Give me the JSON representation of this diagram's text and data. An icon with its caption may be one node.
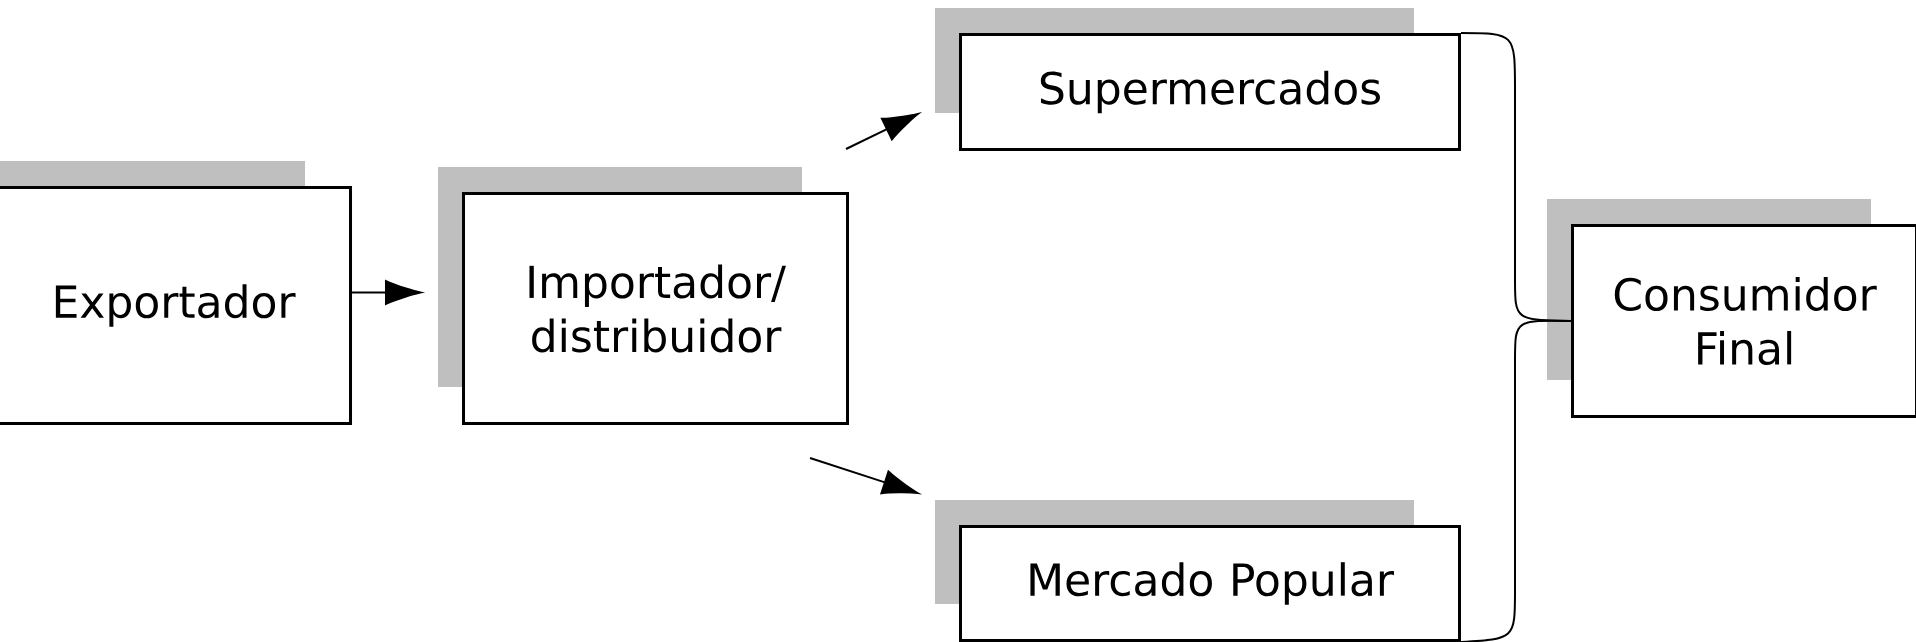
{
  "diagram": {
    "nodes": [
      {
        "text": [
          "Exportador"
        ]
      },
      {
        "text": [
          "Importador/ distribuidor"
        ]
      },
      {
        "text": [
          "Supermercados"
        ]
      },
      {
        "text": [
          "Mercado Popular"
        ]
      },
      {
        "text": [
          "Consumidor Final"
        ]
      }
    ],
    "edges": [
      {
        "from": 0,
        "to": 1,
        "arrow": "to"
      },
      {
        "from": 1,
        "to": 2,
        "arrow": "to"
      },
      {
        "from": 1,
        "to": 3,
        "arrow": "to"
      },
      {
        "from": 2,
        "to": 4,
        "arrow": "none"
      },
      {
        "from": 3,
        "to": 4,
        "arrow": "none"
      }
    ]
  }
}
